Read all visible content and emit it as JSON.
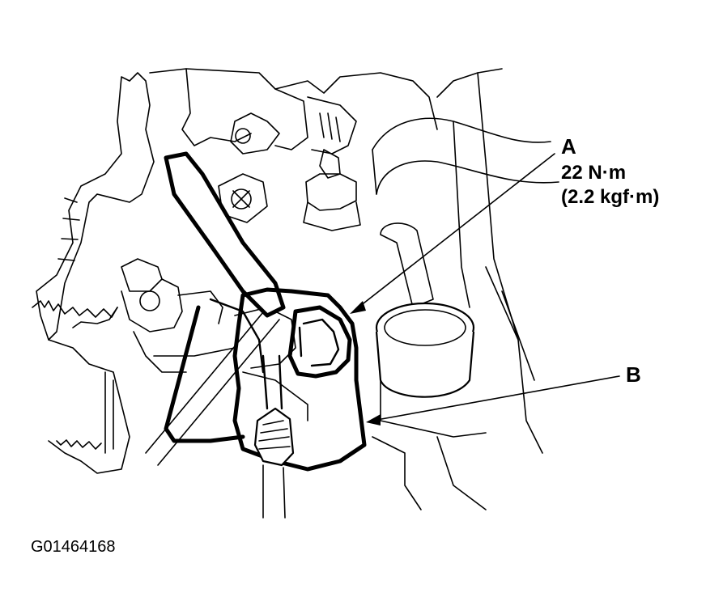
{
  "callout_a": {
    "letter": "A",
    "torque_nm": "22 N·m",
    "torque_kgf": "(2.2 kgf·m)"
  },
  "callout_b": {
    "letter": "B"
  },
  "figure_id": "G01464168",
  "colors": {
    "ink": "#000000",
    "paper": "#ffffff"
  }
}
